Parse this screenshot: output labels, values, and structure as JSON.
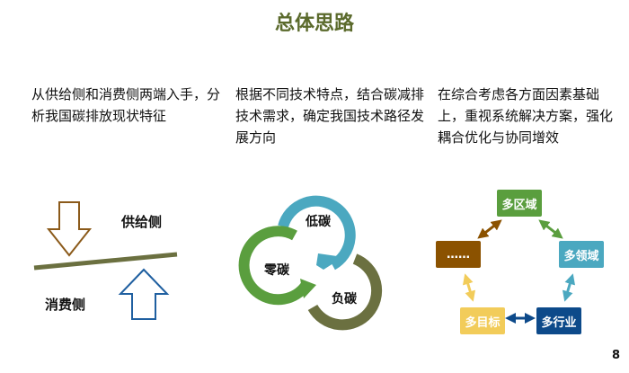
{
  "title": "总体思路",
  "columns": [
    {
      "text": "从供给侧和消费侧两端入手，分析我国碳排放现状特征"
    },
    {
      "text": "根据不同技术特点，结合碳减排技术需求，确定我国技术路径发展方向"
    },
    {
      "text": "在综合考虑各方面因素基础上，重视系统解决方案，强化耦合优化与协同增效"
    }
  ],
  "balance": {
    "supply": "供给侧",
    "demand": "消费侧"
  },
  "cycle": {
    "low": "低碳",
    "zero": "零碳",
    "negative": "负碳"
  },
  "network": {
    "region": "多区域",
    "field": "多领域",
    "industry": "多行业",
    "target": "多目标",
    "more": "……"
  },
  "colors": {
    "title": "#5b6a2c",
    "green": "#5a9e3e",
    "teal": "#4ba8c0",
    "navy": "#0d4a8a",
    "yellow": "#f2cc5a",
    "brown": "#8b5200",
    "olive": "#6b7040"
  },
  "page_number": "8"
}
